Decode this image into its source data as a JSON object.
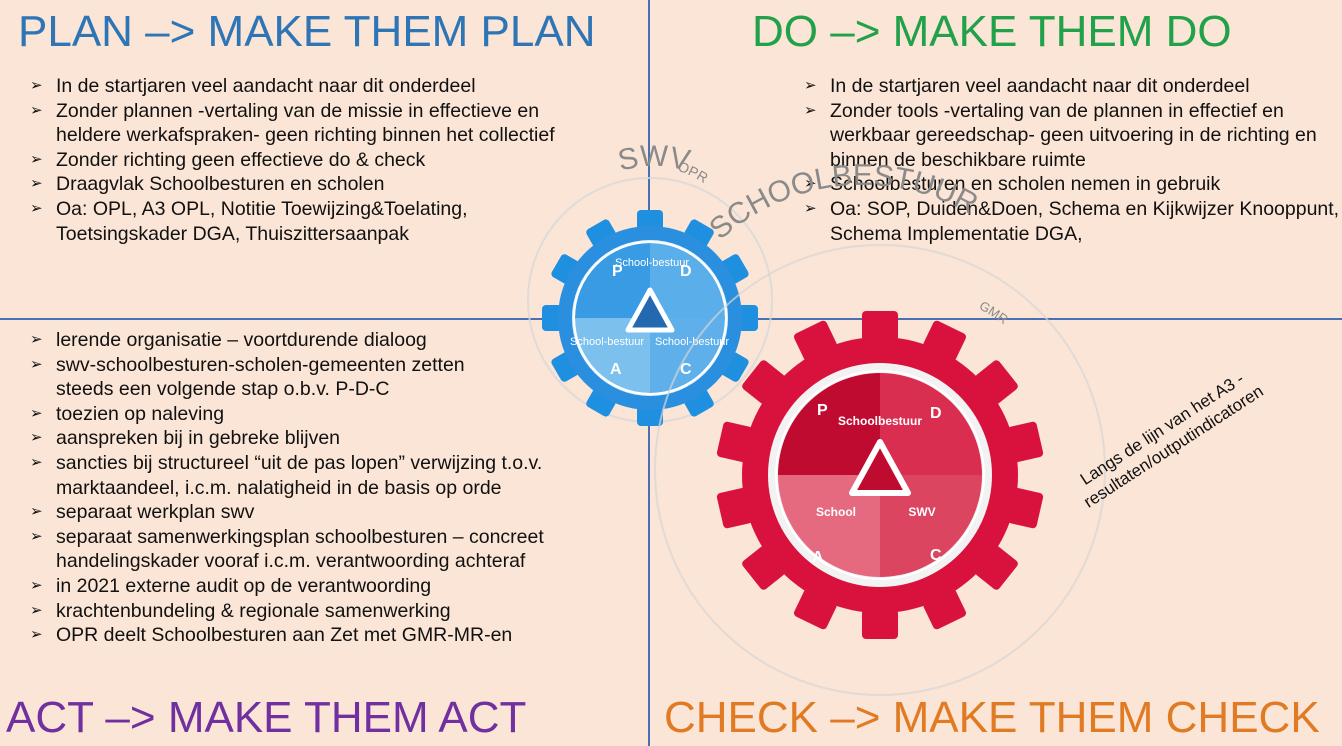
{
  "quadrants": {
    "plan": {
      "title": "PLAN –> MAKE THEM PLAN",
      "color": "#2e75b6",
      "bullets": [
        "In de startjaren veel aandacht naar dit onderdeel",
        "Zonder plannen -vertaling van de missie in effectieve en heldere werkafspraken- geen richting binnen het collectief",
        "Zonder richting geen effectieve do & check",
        "Draagvlak Schoolbesturen en scholen",
        "Oa: OPL, A3 OPL, Notitie Toewijzing&Toelating, Toetsingskader DGA, Thuiszittersaanpak"
      ]
    },
    "do": {
      "title": "DO –> MAKE THEM DO",
      "color": "#21a14a",
      "bullets": [
        "In de startjaren veel aandacht naar dit onderdeel",
        "Zonder tools -vertaling van de plannen in effectief en werkbaar gereedschap- geen uitvoering in de richting en binnen de beschikbare ruimte",
        "Schoolbesturen en scholen nemen in gebruik",
        "Oa: SOP, Duiden&Doen, Schema en Kijkwijzer Knooppunt, Schema Implementatie DGA,"
      ]
    },
    "act": {
      "title": "ACT –> MAKE THEM ACT",
      "color": "#7030a0",
      "bullets": [
        "lerende organisatie – voortdurende dialoog",
        "swv-schoolbesturen-scholen-gemeenten zetten steeds een volgende stap o.b.v. P-D-C",
        "toezien op naleving",
        "aanspreken bij in gebreke blijven",
        "sancties bij structureel “uit de pas lopen” verwijzing t.o.v. marktaandeel, i.c.m. nalatigheid in de basis op orde",
        "separaat werkplan swv",
        "separaat samenwerkingsplan schoolbesturen – concreet handelingskader vooraf i.c.m. verantwoording achteraf",
        "in 2021 externe audit op de verantwoording",
        "krachtenbundeling & regionale samenwerking",
        "OPR deelt Schoolbesturen aan Zet met GMR-MR-en"
      ]
    },
    "check": {
      "title": "CHECK –> MAKE THEM CHECK",
      "color": "#e07b24",
      "note": "Langs de lijn van het A3 - resultaten/outputindicatoren"
    }
  },
  "blue_gear": {
    "color": "#1f8fe0",
    "arc_main": "SWV",
    "arc_sub": "OPR",
    "label_top": "School-bestuur",
    "label_left": "School-bestuur",
    "label_right": "School-bestuur",
    "letters": {
      "p": "P",
      "d": "D",
      "a": "A",
      "c": "C"
    }
  },
  "red_gear": {
    "color": "#d9123d",
    "arc_main": "SCHOOLBESTUUR",
    "arc_sub": "GMR",
    "label_top": "Schoolbestuur",
    "label_left": "School",
    "label_right": "SWV",
    "letters": {
      "p": "P",
      "d": "D",
      "a": "A",
      "c": "C"
    }
  }
}
